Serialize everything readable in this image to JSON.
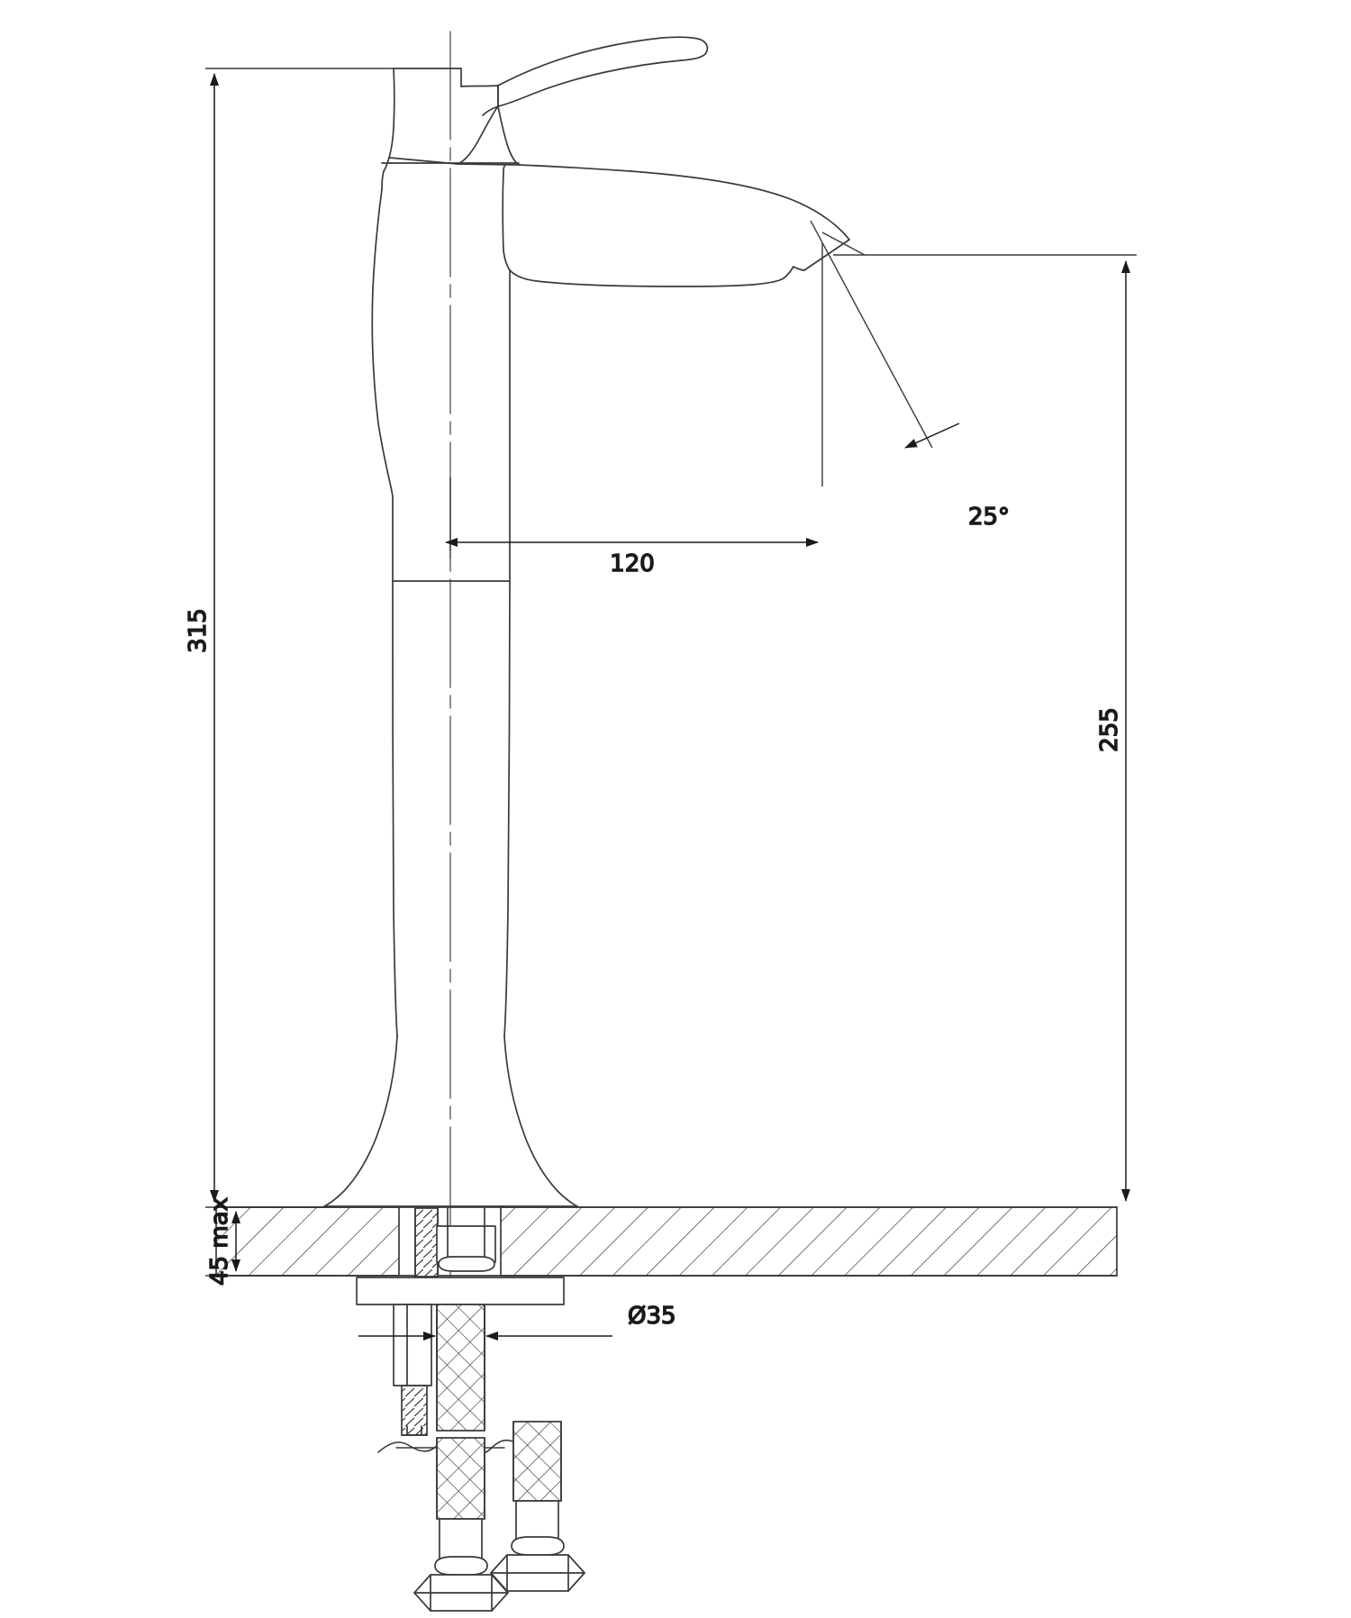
{
  "drawing": {
    "type": "technical-dimension-drawing",
    "subject": "single-lever tall basin mixer faucet, side elevation with deck cross-section",
    "units": "mm",
    "line_color": "#3a3a3a",
    "text_color": "#1a1a1a",
    "background": "#ffffff"
  },
  "dimensions": {
    "overall_height": {
      "label": "315",
      "orientation": "vertical-left",
      "text_rotation": -90,
      "description": "total height from faucet top to counter surface"
    },
    "spout_height": {
      "label": "255",
      "orientation": "vertical-right",
      "text_rotation": -90,
      "description": "height from counter to spout outlet"
    },
    "spout_reach": {
      "label": "120",
      "orientation": "horizontal",
      "text_rotation": 0,
      "description": "horizontal reach from centre axis to spout outlet"
    },
    "outlet_angle": {
      "label": "25°",
      "orientation": "leader",
      "text_rotation": 0,
      "description": "angle of spout outlet face"
    },
    "deck_thickness": {
      "label": "45 max",
      "orientation": "vertical-left",
      "text_rotation": -90,
      "description": "maximum mounting deck thickness"
    },
    "hole_diameter": {
      "label": "Ø35",
      "orientation": "horizontal",
      "text_rotation": 0,
      "description": "required mounting hole diameter"
    }
  },
  "features": [
    {
      "name": "lever-handle",
      "description": "curved single lever handle sweeping to the right"
    },
    {
      "name": "handle-base",
      "description": "tapered cartridge housing below the lever"
    },
    {
      "name": "spout",
      "description": "curved swan-style spout with angled outlet"
    },
    {
      "name": "column-body",
      "description": "tall slender vessel column"
    },
    {
      "name": "flared-base",
      "description": "bell flared base resting on the deck"
    },
    {
      "name": "counter-section",
      "description": "hatched cross-section of the mounting deck"
    },
    {
      "name": "threaded-stud",
      "description": "threaded mounting stud"
    },
    {
      "name": "mounting-nut",
      "description": "hex mounting nut under deck"
    },
    {
      "name": "washer-plate",
      "description": "flat clamping washer plate"
    },
    {
      "name": "braided-hose-left",
      "description": "braided flexible supply hose with break line"
    },
    {
      "name": "braided-hose-right",
      "description": "second braided flexible supply hose"
    },
    {
      "name": "hex-nut-left",
      "description": "hex connection nut on left hose"
    },
    {
      "name": "hex-nut-right",
      "description": "hex connection nut on right hose"
    },
    {
      "name": "centre-axis",
      "description": "dash-dot vertical centre line of the faucet"
    }
  ]
}
